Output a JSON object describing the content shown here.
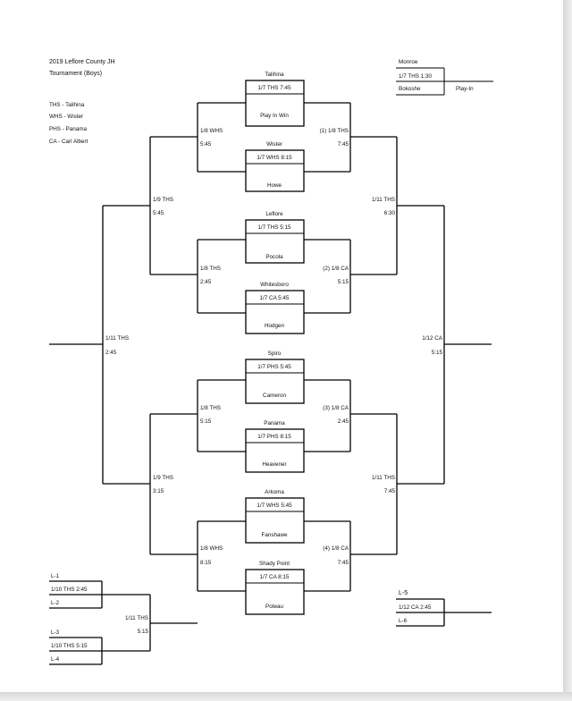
{
  "header": {
    "title_line1": "2019 Leflore County JH",
    "title_line2": "Tournament (Boys)"
  },
  "legend": [
    "THS - Talihina",
    "WHS - Wister",
    "PHS - Panama",
    "CA - Carl Albert"
  ],
  "play_in": {
    "top_team": "Monroe",
    "game_info": "1/7 THS 1:30",
    "bottom_team": "Bokoshe",
    "label": "Play-In"
  },
  "first_round": [
    {
      "top_team": "Talihina",
      "game_info": "1/7 THS 7:45",
      "bottom_team": "Play In Win"
    },
    {
      "top_team": "Wister",
      "game_info": "1/7 WHS 8:15",
      "bottom_team": "Howe"
    },
    {
      "top_team": "Leflore",
      "game_info": "1/7 THS 5:15",
      "bottom_team": "Pocola"
    },
    {
      "top_team": "Whitesboro",
      "game_info": "1/7 CA 5:45",
      "bottom_team": "Hodgen"
    },
    {
      "top_team": "Spiro",
      "game_info": "1/7 PHS 5:45",
      "bottom_team": "Cameron"
    },
    {
      "top_team": "Panama",
      "game_info": "1/7 PHS 8:15",
      "bottom_team": "Heavener"
    },
    {
      "top_team": "Arkoma",
      "game_info": "1/7 WHS 5:45",
      "bottom_team": "Fanshawe"
    },
    {
      "top_team": "Shady Point",
      "game_info": "1/7 CA 8:15",
      "bottom_team": "Poteau"
    }
  ],
  "winners_quarterfinals": [
    {
      "site": "1/8 WHS",
      "time": "5:45"
    },
    {
      "site": "1/8 THS",
      "time": "2:45"
    },
    {
      "site": "1/8 THS",
      "time": "5:15"
    },
    {
      "site": "1/8 WHS",
      "time": "8:15"
    }
  ],
  "winners_semifinals": [
    {
      "site": "1/9 THS",
      "time": "5:45"
    },
    {
      "site": "1/9 THS",
      "time": "3:15"
    }
  ],
  "winners_final": {
    "site": "1/11 THS",
    "time": "2:45"
  },
  "consolation_round1": [
    {
      "site": "(1) 1/8 THS",
      "time": "7:45"
    },
    {
      "site": "(2) 1/8 CA",
      "time": "5:15"
    },
    {
      "site": "(3) 1/8 CA",
      "time": "2:45"
    },
    {
      "site": "(4) 1/8 CA",
      "time": "7:45"
    }
  ],
  "consolation_round2": [
    {
      "site": "1/11 THS",
      "time": "6:30"
    },
    {
      "site": "1/11 THS",
      "time": "7:45"
    }
  ],
  "consolation_final": {
    "site": "1/12 CA",
    "time": "5:15"
  },
  "third_place_left": {
    "game1": {
      "top": "L-1",
      "info": "1/10 THS 2:45",
      "bottom": "L-2"
    },
    "game2": {
      "top": "L-3",
      "info": "1/10 THS 5:15",
      "bottom": "L-4"
    },
    "final": {
      "site": "1/11 THS",
      "time": "5:15"
    }
  },
  "third_place_right": {
    "top": "L-5",
    "info": "1/12 CA 2:45",
    "bottom": "L-6"
  }
}
